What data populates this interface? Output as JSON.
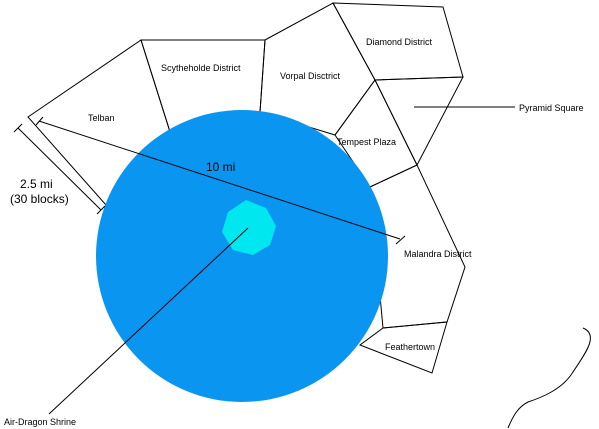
{
  "colors": {
    "background": "#ffffff",
    "circle_fill": "#0a96f0",
    "shrine_fill": "#00e7ef",
    "line": "#000000"
  },
  "map": {
    "districts": {
      "telban": "Telban",
      "scytheholde": "Scytheholde District",
      "vorpal": "Vorpal Disctrict",
      "diamond": "Diamond District",
      "tempest_plaza": "Tempest Plaza",
      "malandra": "Malandra District",
      "feathertown": "Feathertown"
    },
    "callouts": {
      "pyramid_square": "Pyramid Square",
      "air_dragon_shrine": "Air-Dragon Shrine"
    },
    "measurements": {
      "diameter": "10  mi",
      "block_span_line1": "2.5  mi",
      "block_span_line2": "(30  blocks)"
    }
  }
}
